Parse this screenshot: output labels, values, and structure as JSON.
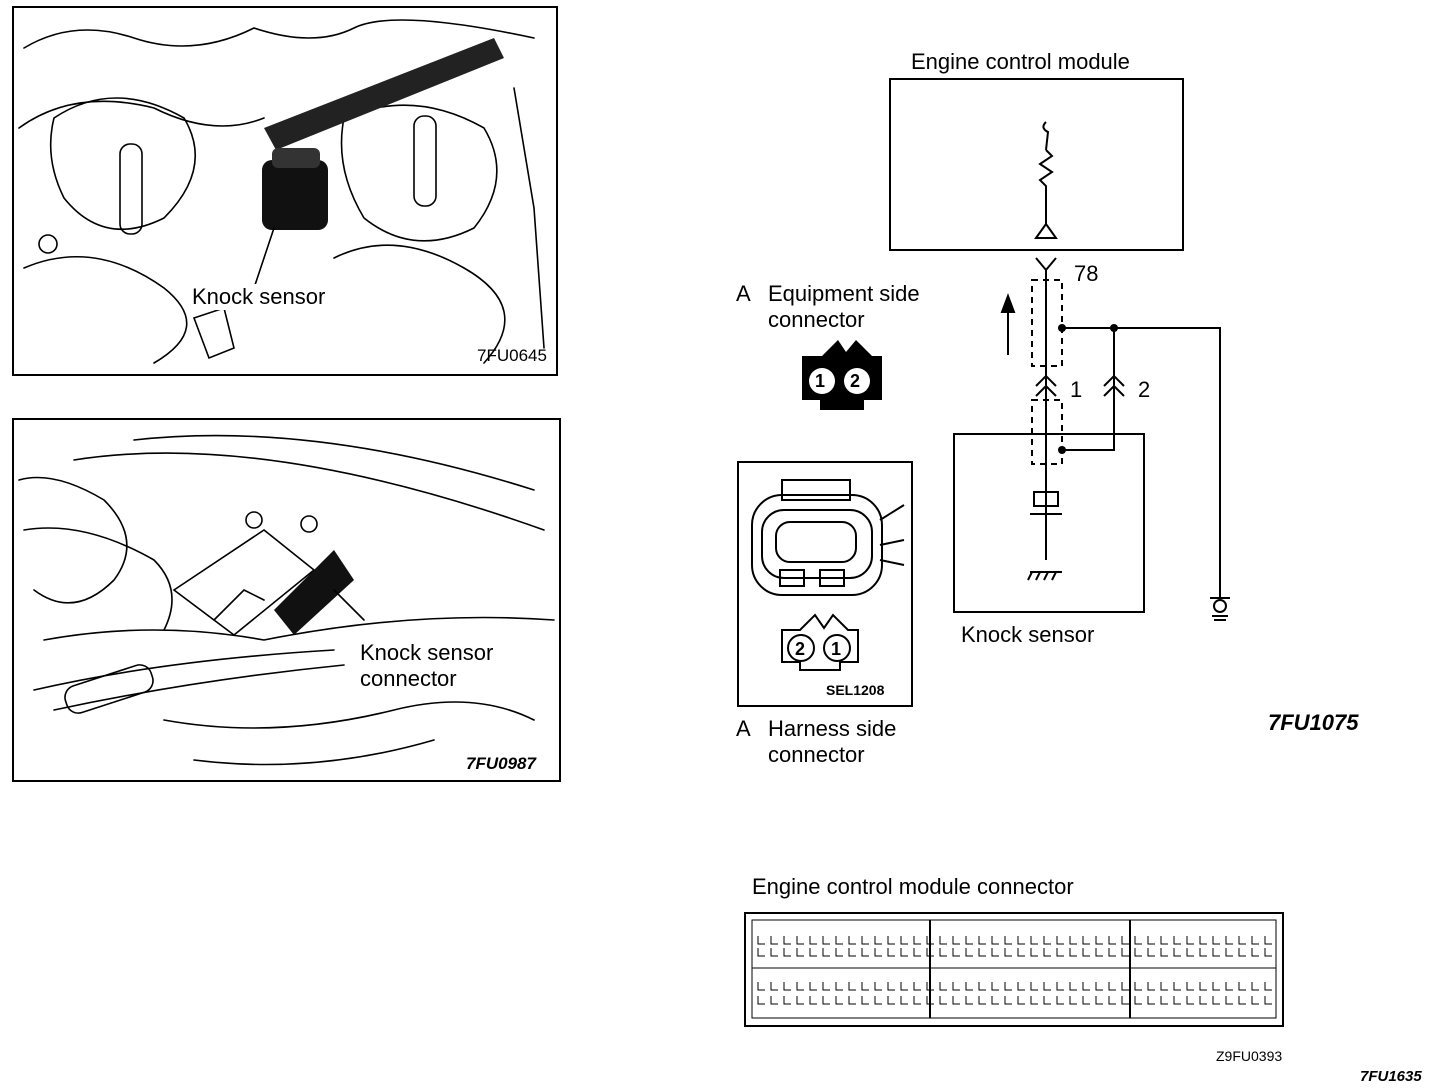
{
  "photo_top": {
    "label": "Knock sensor",
    "code": "7FU0645"
  },
  "photo_bottom": {
    "label_line1": "Knock sensor",
    "label_line2": "connector",
    "code": "7FU0987"
  },
  "connector_equipment": {
    "prefix": "A",
    "line1": "Equipment side",
    "line2": "connector",
    "pins": [
      "1",
      "2"
    ]
  },
  "connector_harness": {
    "prefix": "A",
    "line1": "Harness side",
    "line2": "connector",
    "pins": [
      "2",
      "1"
    ],
    "code": "SEL1208"
  },
  "circuit": {
    "module_title": "Engine control module",
    "terminal": "78",
    "pin1": "1",
    "pin2": "2",
    "sensor_label": "Knock sensor",
    "code": "7FU1075"
  },
  "ecm_connector": {
    "title": "Engine control module connector",
    "code": "Z9FU0393"
  },
  "page_code": "7FU1635"
}
